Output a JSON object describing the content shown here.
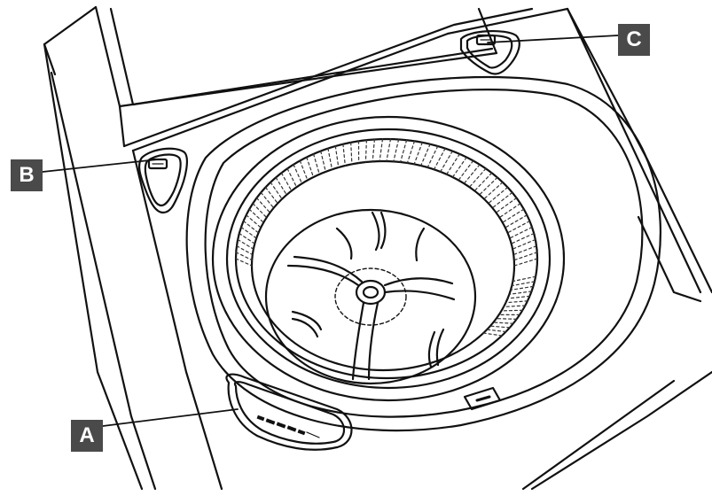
{
  "callouts": {
    "a": "A",
    "b": "B",
    "c": "C"
  },
  "colors": {
    "line": "#111111",
    "label_bg": "#4a4a4a",
    "label_text": "#ffffff"
  },
  "icons": [
    "bleach-dispenser-icon",
    "softener-dispenser-icon",
    "detergent-dispenser-icon",
    "impeller-icon",
    "wash-basket-icon"
  ]
}
